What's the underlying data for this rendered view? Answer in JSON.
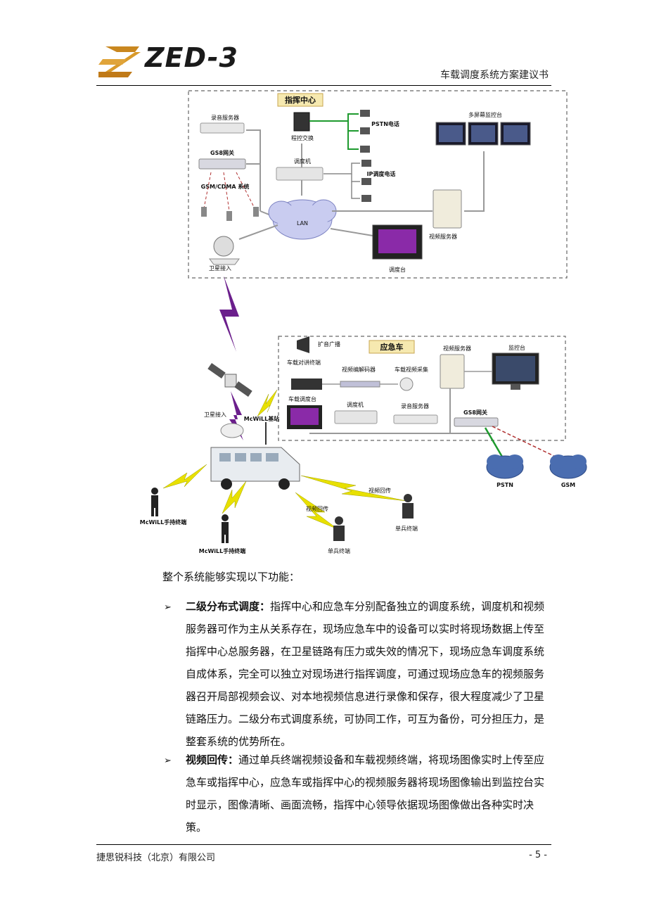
{
  "header": {
    "logo_text": "ZED-3",
    "doc_title": "车载调度系统方案建议书"
  },
  "diagram": {
    "command_center": {
      "title": "指挥中心",
      "recording_server": "录音服务器",
      "gs8_gateway": "GS8网关",
      "gsm_cdma": "GSM/CDMA 系统",
      "pbx": "程控交换",
      "pstn_phone": "PSTN电话",
      "dispatcher": "调度机",
      "ip_phone": "IP调度电话",
      "lan": "LAN",
      "multi_screen": "多屏幕监控台",
      "video_server": "视频服务器",
      "console": "调度台",
      "satellite_access": "卫星接入"
    },
    "emergency_vehicle": {
      "title": "应急车",
      "loudspeaker": "扩音广播",
      "intercom": "车载对讲终端",
      "codec": "视频编解码器",
      "video_capture": "车载视频采集",
      "video_server": "视频服务器",
      "monitor": "监控台",
      "vehicle_console": "车载调度台",
      "dispatcher": "调度机",
      "recording_server": "录音服务器",
      "gs8_gateway": "GS8网关",
      "pstn": "PSTN",
      "gsm": "GSM"
    },
    "field": {
      "satellite_access": "卫星接入",
      "mcwill_base": "McWiLL基站",
      "mcwill_handset_1": "McWiLL手持终端",
      "mcwill_handset_2": "McWiLL手持终端",
      "video_return_1": "视频回传",
      "video_return_2": "视频回传",
      "soldier_1": "单兵终端",
      "soldier_2": "单兵终端"
    },
    "colors": {
      "green_link": "#1e9a2e",
      "red_link": "#b03030",
      "satellite_bolt": "#6b1f8c",
      "wireless_bolt": "#e8e000",
      "label_box": "#f6e9b0"
    }
  },
  "body": {
    "intro": "整个系统能够实现以下功能：",
    "bullets": [
      {
        "term": "二级分布式调度：",
        "text": "指挥中心和应急车分别配备独立的调度系统，调度机和视频服务器可作为主从关系存在，现场应急车中的设备可以实时将现场数据上传至指挥中心总服务器，在卫星链路有压力或失效的情况下，现场应急车调度系统自成体系，完全可以独立对现场进行指挥调度，可通过现场应急车的视频服务器召开局部视频会议、对本地视频信息进行录像和保存，很大程度减少了卫星链路压力。二级分布式调度系统，可协同工作，可互为备份，可分担压力，是整套系统的优势所在。"
      },
      {
        "term": "视频回传：",
        "text": "通过单兵终端视频设备和车载视频终端，将现场图像实时上传至应急车或指挥中心，应急车或指挥中心的视频服务器将现场图像输出到监控台实时显示，图像清晰、画面流畅，指挥中心领导依据现场图像做出各种实时决策。"
      }
    ]
  },
  "footer": {
    "company": "捷思锐科技（北京）有限公司",
    "page": "- 5 -"
  }
}
